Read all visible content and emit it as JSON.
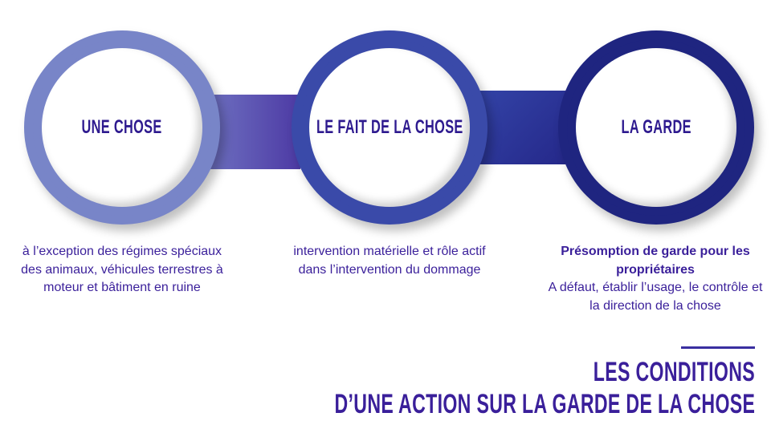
{
  "colors": {
    "step1": "#7885c8",
    "step2": "#3a4aa9",
    "step3": "#1f2580",
    "text": "#3a1f9a"
  },
  "steps": [
    {
      "label": "UNE CHOSE",
      "description": [
        "à l’exception des régimes spéciaux des animaux, véhicules terrestres à moteur et bâtiment en ruine"
      ]
    },
    {
      "label": "LE FAIT DE LA CHOSE",
      "description": [
        "intervention matérielle et rôle actif dans l’intervention du dommage"
      ]
    },
    {
      "label": "LA GARDE",
      "description_bold": "Présomption de garde pour les propriétaires",
      "description": [
        "A défaut, établir l’usage, le contrôle et la direction de la chose"
      ]
    }
  ],
  "title": {
    "line1": "LES CONDITIONS",
    "line2": "D’UNE ACTION SUR LA GARDE DE LA CHOSE"
  }
}
